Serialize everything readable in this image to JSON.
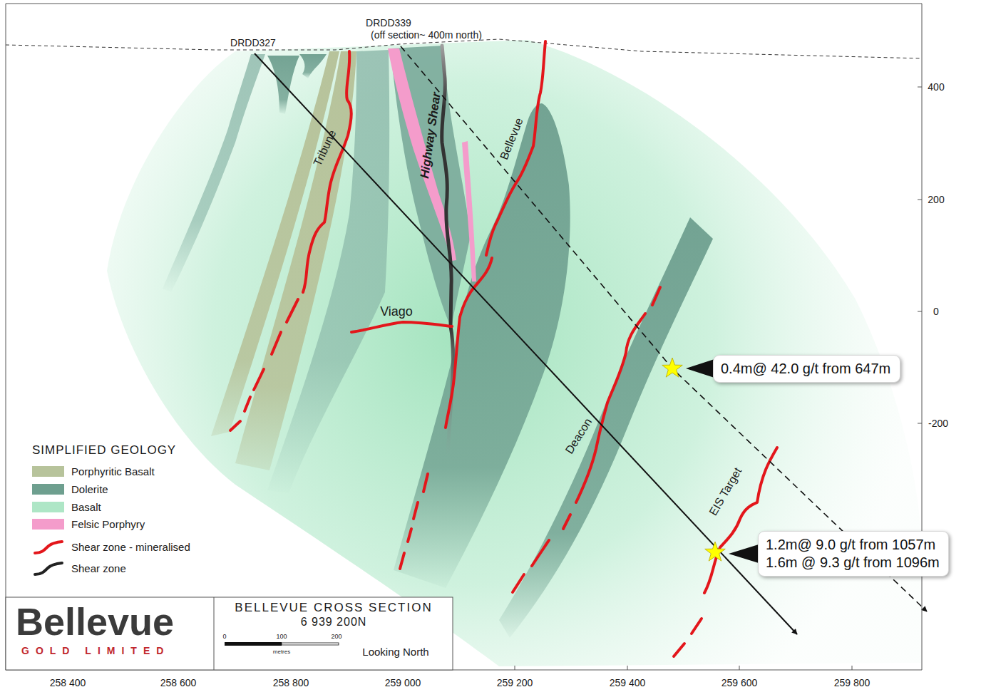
{
  "diagram": {
    "title": "BELLEVUE CROSS SECTION",
    "nodes": [
      {
        "text": [
          "0.4m@ 42.0 g/t from 647m"
        ]
      },
      {
        "text": [
          "1.2m@ 9.0 g/t from 1057m",
          "1.6m @ 9.3 g/t from 1096m"
        ]
      }
    ],
    "labels": [
      "DRDD327",
      "DRDD339",
      "(off section~ 400m north)",
      "Tribune",
      "Highway Shear",
      "Bellevue",
      "Viago",
      "Deacon",
      "EIS Target",
      "400",
      "200",
      "0",
      "-200",
      "258 400",
      "258 600",
      "258 800",
      "259 000",
      "259 200",
      "259 400",
      "259 600",
      "259 800",
      "SIMPLIFIED GEOLOGY",
      "Bellevue",
      "GOLD LIMITED",
      "6 939 200N",
      "0",
      "100",
      "200",
      "metres",
      "Looking North"
    ],
    "legend": [
      {
        "text": "Porphyritic Basalt",
        "color": "#b7c39b"
      },
      {
        "text": "Dolerite",
        "color": "#6e9f8f"
      },
      {
        "text": "Basalt",
        "color": "#aee6c6"
      },
      {
        "text": "Felsic Porphyry",
        "color": "#f49ccb"
      },
      {
        "text": "Shear zone - mineralised"
      },
      {
        "text": "Shear zone"
      }
    ]
  }
}
